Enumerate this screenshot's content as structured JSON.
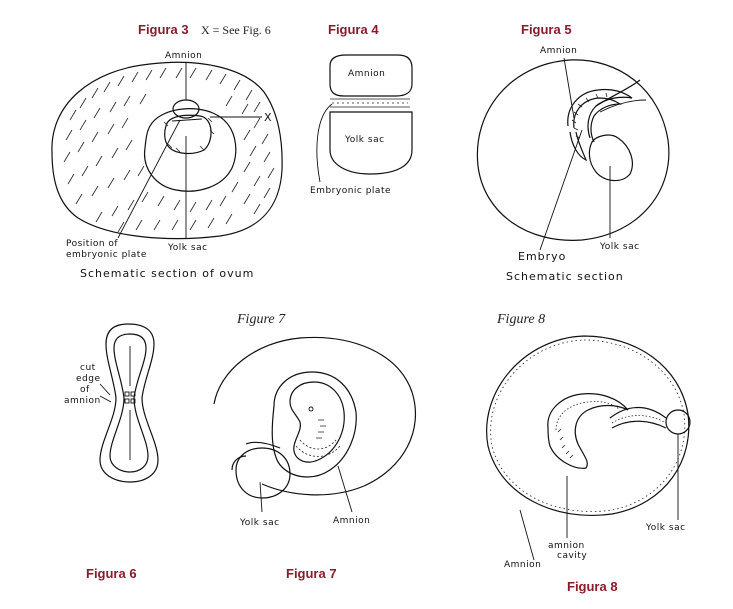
{
  "figures": {
    "fig3": {
      "caption": "Figura 3",
      "note": "X = See Fig. 6",
      "amnion": "Amnion",
      "x_marker": "X",
      "position_line1": "Position of",
      "position_line2": "embryonic plate",
      "yolk_sac": "Yolk sac",
      "bottom": "Schematic section of ovum"
    },
    "fig4": {
      "caption": "Figura 4",
      "amnion": "Amnion",
      "yolk_sac": "Yolk sac",
      "embryonic_plate": "Embryonic plate"
    },
    "fig5": {
      "caption": "Figura 5",
      "amnion": "Amnion",
      "embryo": "Embryo",
      "yolk_sac": "Yolk sac",
      "bottom": "Schematic section"
    },
    "fig6": {
      "caption": "Figura 6",
      "label_line1": "cut",
      "label_line2": "edge",
      "label_line3": "of",
      "label_line4": "amnion"
    },
    "fig7": {
      "caption_top": "Figure 7",
      "caption": "Figura 7",
      "yolk_sac": "Yolk sac",
      "amnion": "Amnion"
    },
    "fig8": {
      "caption_top": "Figure 8",
      "caption": "Figura 8",
      "amnion_cavity_line1": "amnion",
      "amnion_cavity_line2": "cavity",
      "amnion": "Amnion",
      "yolk_sac": "Yolk sac"
    }
  }
}
